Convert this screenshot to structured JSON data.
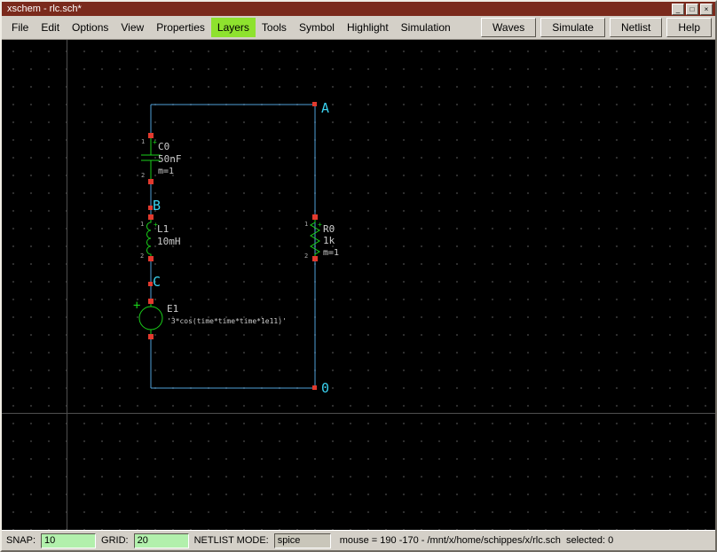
{
  "colors": {
    "titlebar_bg": "#7a2a1c",
    "menu_highlight": "#8ee22e",
    "canvas_bg": "#000000",
    "wire": "#4f9fd8",
    "net_label": "#3ad2f0",
    "component": "#1ad11a",
    "pin_square": "#e23a2e",
    "component_text": "#cccccc",
    "snap_grid_field_bg": "#b2f0ac"
  },
  "window": {
    "title": "xschem - rlc.sch*",
    "controls": {
      "minimize": "_",
      "maximize": "□",
      "close": "×"
    }
  },
  "menubar": {
    "items": [
      {
        "label": "File"
      },
      {
        "label": "Edit"
      },
      {
        "label": "Options"
      },
      {
        "label": "View"
      },
      {
        "label": "Properties"
      },
      {
        "label": "Layers",
        "highlighted": true
      },
      {
        "label": "Tools"
      },
      {
        "label": "Symbol"
      },
      {
        "label": "Highlight"
      },
      {
        "label": "Simulation"
      }
    ],
    "buttons": [
      {
        "label": "Waves"
      },
      {
        "label": "Simulate"
      },
      {
        "label": "Netlist"
      },
      {
        "label": "Help"
      }
    ]
  },
  "schematic": {
    "net_labels": {
      "top_right": "A",
      "left_mid": "B",
      "left_lower": "C",
      "bottom_right": "0"
    },
    "components": {
      "capacitor": {
        "ref": "C0",
        "value": "50nF",
        "mult": "m=1",
        "pin1": "1",
        "pin2": "2",
        "polarity": "+"
      },
      "inductor": {
        "ref": "L1",
        "value": "10mH",
        "pin1": "1",
        "pin2": "2",
        "polarity": "+"
      },
      "source": {
        "ref": "E1",
        "value": "'3*cos(time*time*time*1e11)'",
        "polarity": "+"
      },
      "resistor": {
        "ref": "R0",
        "value": "1k",
        "mult": "m=1",
        "pin1": "1",
        "pin2": "2",
        "polarity": "+"
      }
    }
  },
  "statusbar": {
    "snap_label": "SNAP:",
    "snap_value": "10",
    "grid_label": "GRID:",
    "grid_value": "20",
    "netlist_mode_label": "NETLIST MODE:",
    "netlist_mode_value": "spice",
    "info": "mouse = 190 -170 - /mnt/x/home/schippes/x/rlc.sch  selected: 0"
  }
}
